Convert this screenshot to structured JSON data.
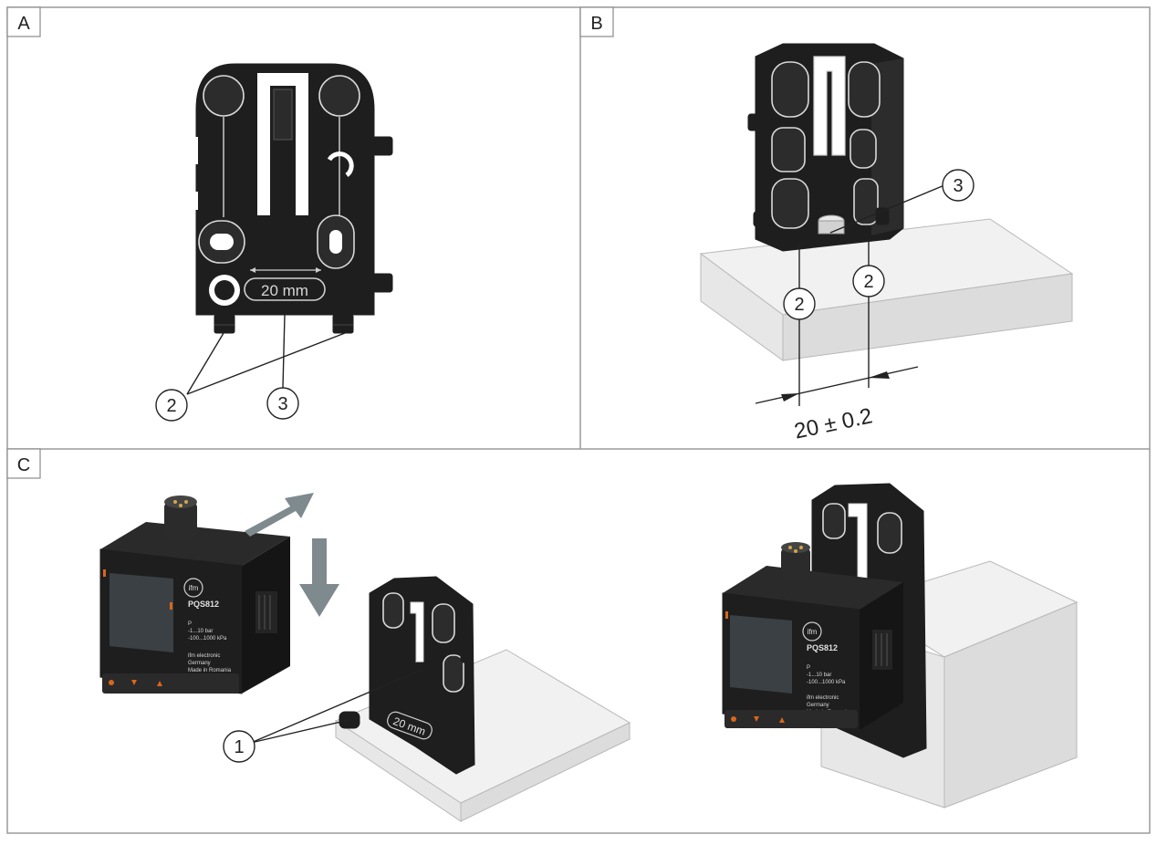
{
  "panels": {
    "a": {
      "letter": "A"
    },
    "b": {
      "letter": "B",
      "dimension": "20 ± 0.2"
    },
    "c": {
      "letter": "C"
    }
  },
  "callouts": {
    "a_2": "2",
    "a_3": "3",
    "b_3": "3",
    "b_2_left": "2",
    "b_2_right": "2",
    "c_1": "1"
  },
  "bracket": {
    "engraving": "20 mm"
  },
  "sensor": {
    "model": "PQS812",
    "brand": "ifm",
    "range_label": "P",
    "range_bar": "-1...10 bar",
    "range_kpa": "-100...1000 kPa",
    "maker_line1": "ifm electronic",
    "maker_line2": "Germany",
    "maker_line3": "Made in Romania"
  }
}
